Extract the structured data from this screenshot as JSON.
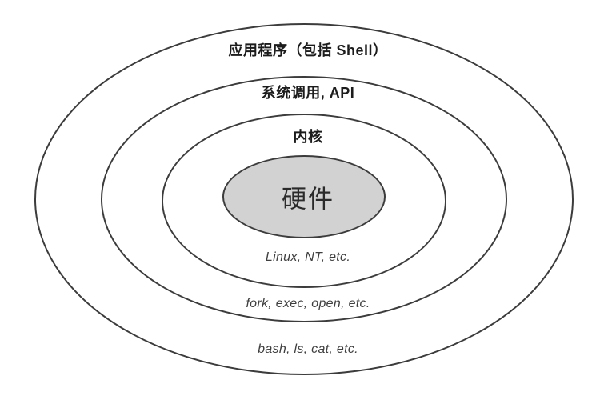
{
  "diagram": {
    "title": "OS layered architecture (concentric ellipses)",
    "colors": {
      "stroke": "#3c3c3c",
      "hardware_fill": "#d2d2d2",
      "background": "#ffffff",
      "label_color": "#1c1c1c",
      "example_color": "#3f3f3f"
    },
    "layers": [
      {
        "id": "applications",
        "label": "应用程序（包括 Shell）",
        "examples": "bash, ls, cat, etc."
      },
      {
        "id": "system-calls",
        "label": "系统调用, API",
        "examples": "fork, exec, open, etc."
      },
      {
        "id": "kernel",
        "label": "内核",
        "examples": "Linux, NT, etc."
      },
      {
        "id": "hardware",
        "label": "硬件",
        "examples": ""
      }
    ]
  }
}
